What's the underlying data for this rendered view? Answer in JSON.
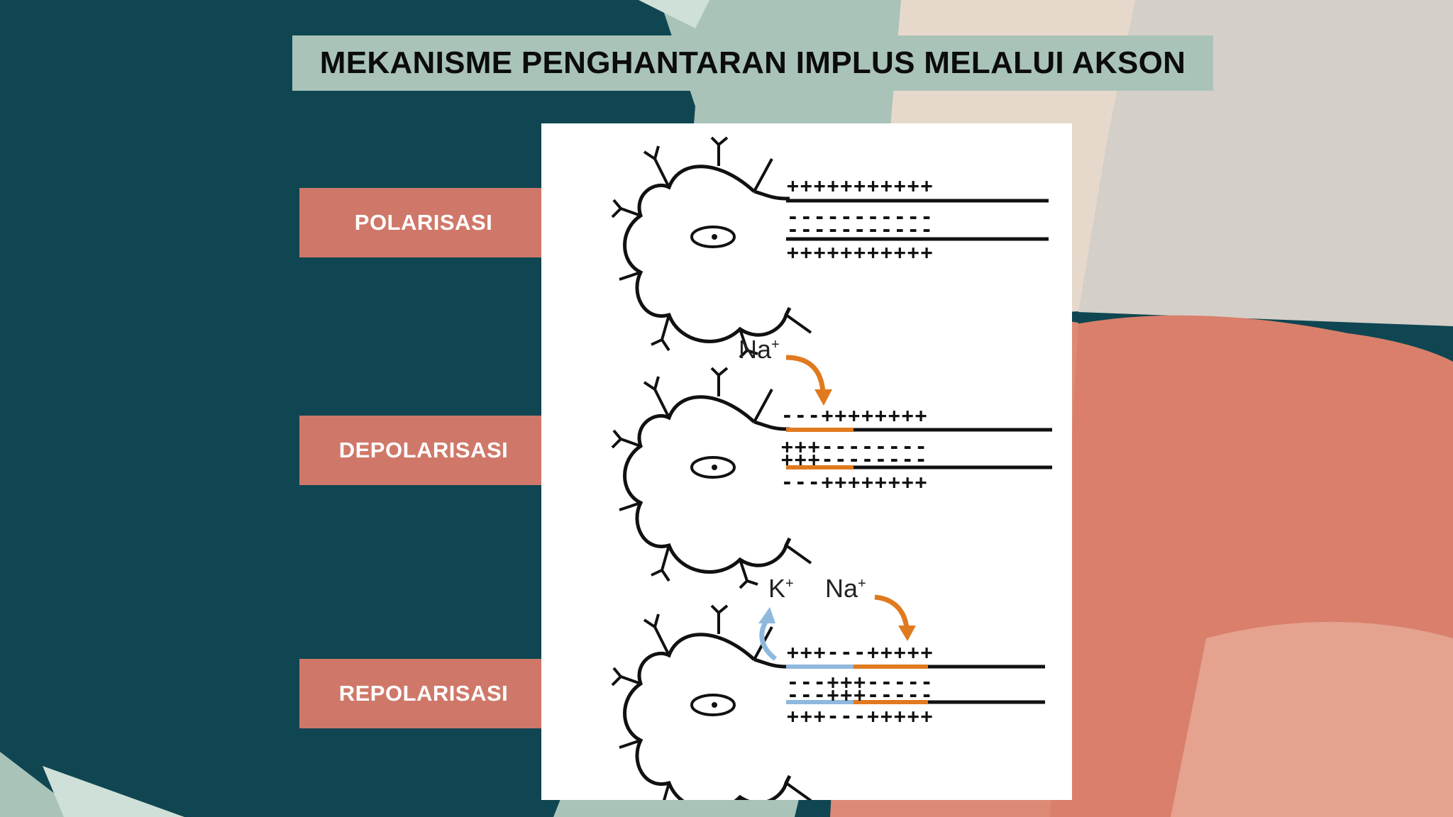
{
  "slide": {
    "title": "MEKANISME PENGHANTARAN IMPLUS MELALUI AKSON",
    "colors": {
      "background_teal": "#0f4651",
      "sage": "#a9c3b9",
      "salmon_arrow": "#cf7869",
      "coral_shape": "#d97f6b",
      "beige": "#e9ddd0",
      "sodium_arrow": "#e07a1f",
      "potassium_arrow": "#8fb8dd"
    }
  },
  "stages": [
    {
      "label": "POLARISASI"
    },
    {
      "label": "DEPOLARISASI"
    },
    {
      "label": "REPOLARISASI"
    }
  ],
  "diagram": {
    "stage1": {
      "top_charges": "+++++++++++",
      "inner_top": "-----------",
      "inner_bottom": "-----------",
      "bottom_charges": "+++++++++++"
    },
    "stage2": {
      "ion": "Na",
      "ion_sup": "+",
      "top_charges": "---++++++++",
      "inner_top": "+++--------",
      "inner_bottom": "+++--------",
      "bottom_charges": "---++++++++"
    },
    "stage3": {
      "ion_k": "K",
      "ion_k_sup": "+",
      "ion_na": "Na",
      "ion_na_sup": "+",
      "top_charges": "+++---+++++",
      "inner_top": "---+++-----",
      "inner_bottom": "---+++-----",
      "bottom_charges": "+++---+++++"
    }
  }
}
